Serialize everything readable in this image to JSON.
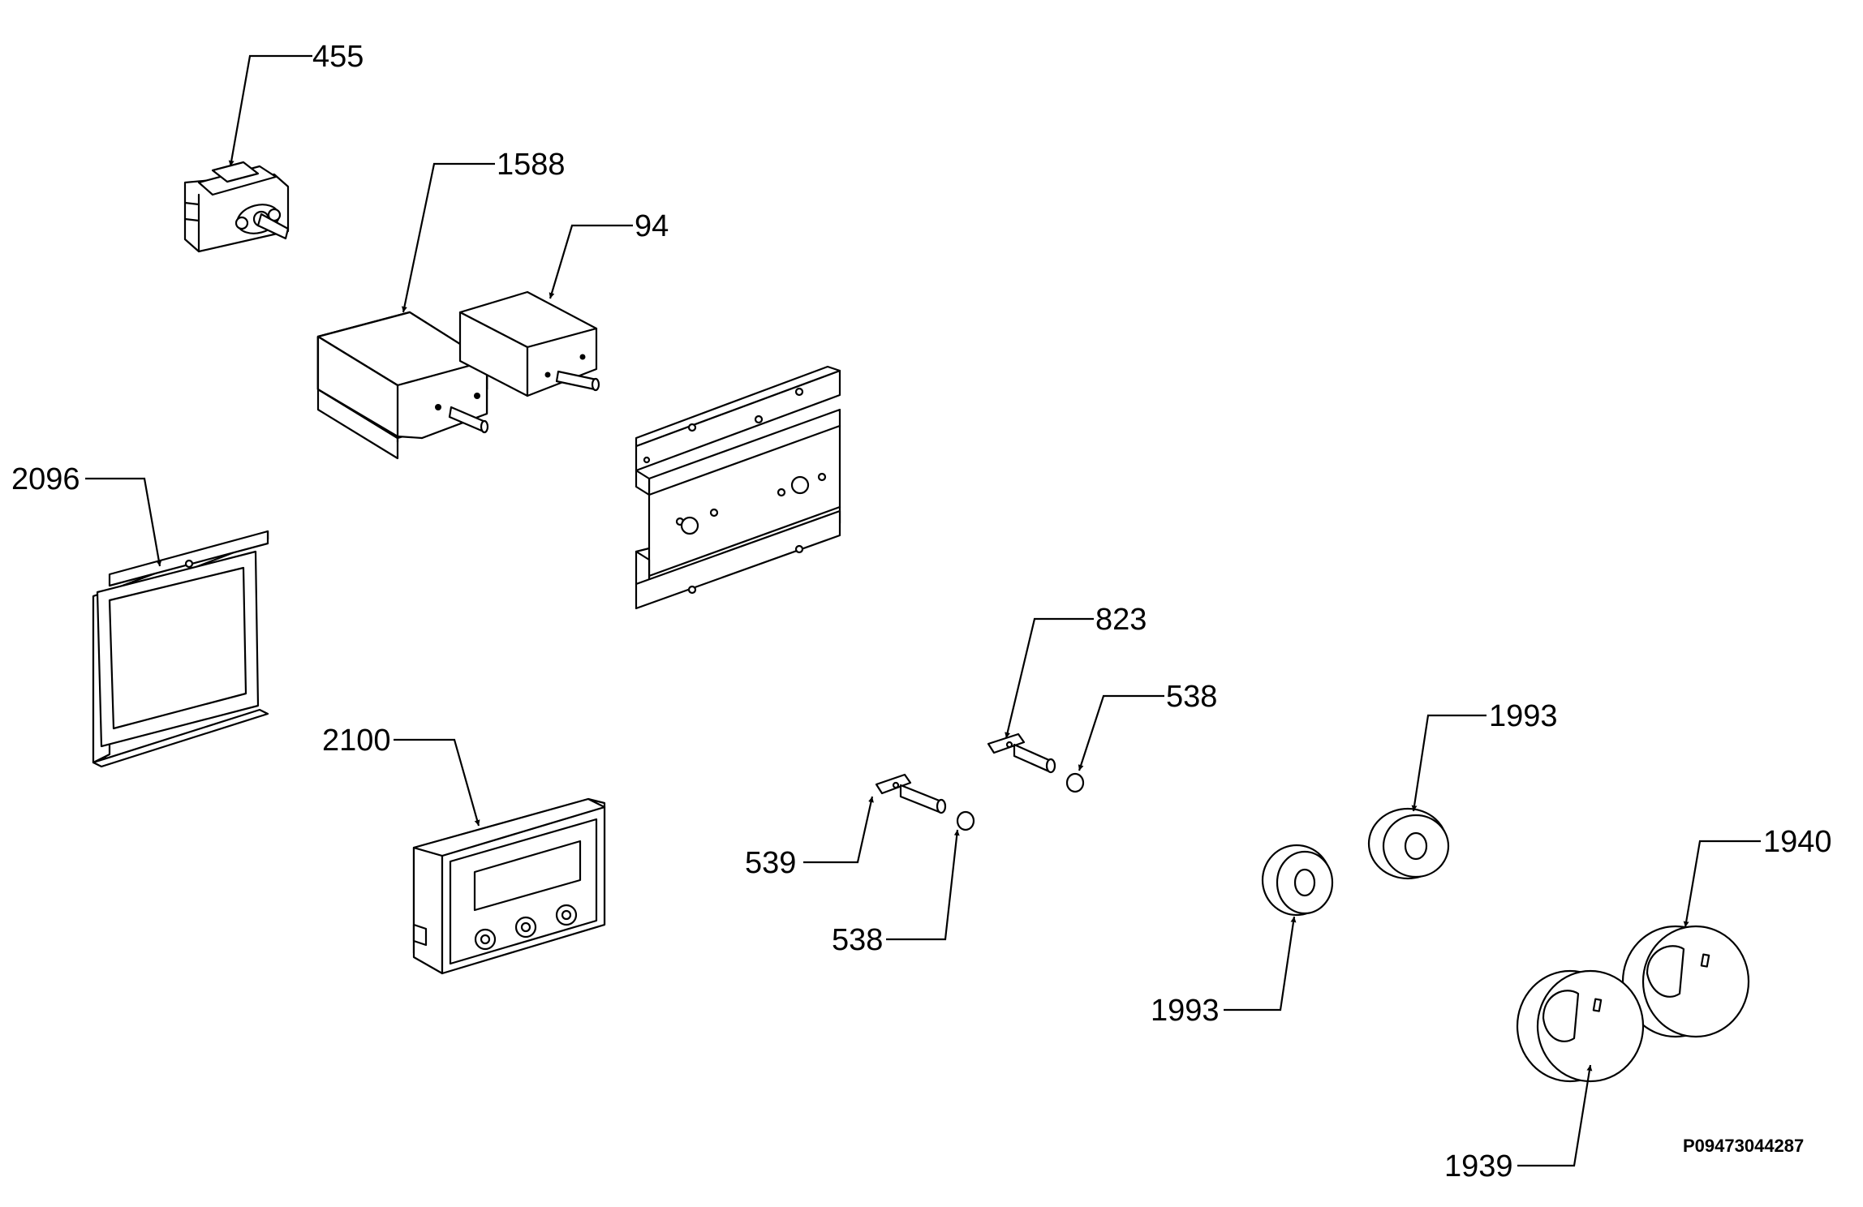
{
  "callouts": {
    "c455": "455",
    "c1588": "1588",
    "c94": "94",
    "c2096": "2096",
    "c2100": "2100",
    "c823": "823",
    "c538a": "538",
    "c538b": "538",
    "c539": "539",
    "c1993a": "1993",
    "c1993b": "1993",
    "c1940": "1940",
    "c1939": "1939"
  },
  "document_number": "P09473044287"
}
